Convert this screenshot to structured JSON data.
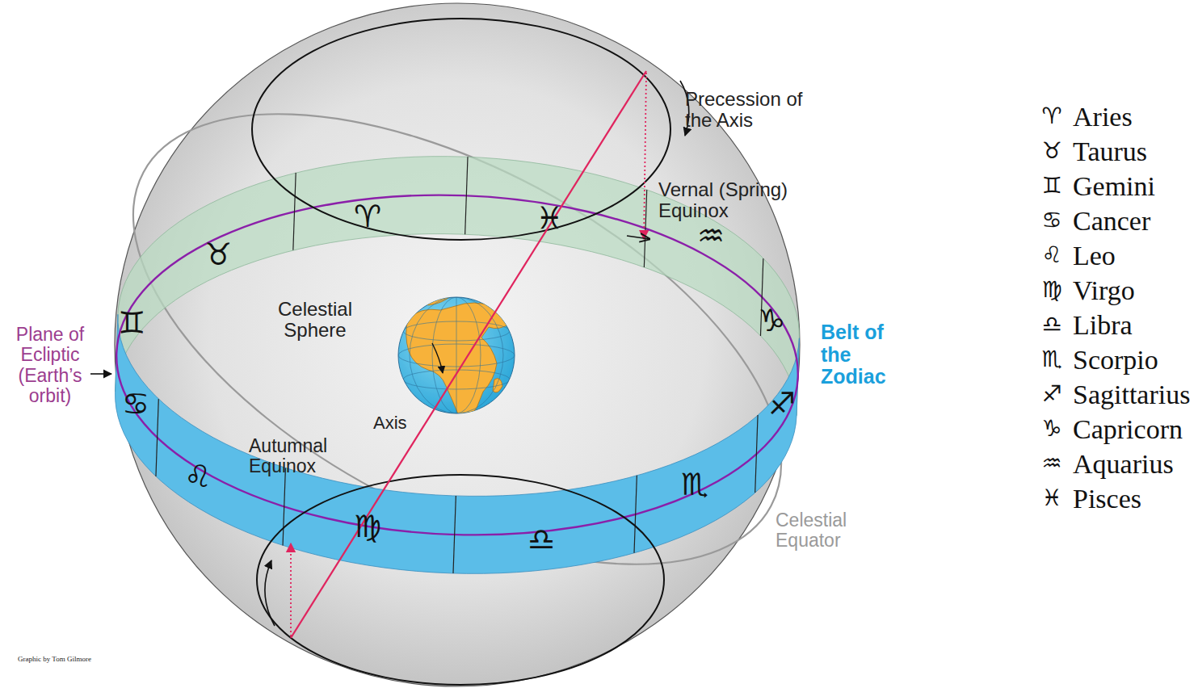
{
  "diagram": {
    "labels": [
      "Precession of the Axis",
      "Vernal (Spring) Equinox",
      "Celestial Sphere",
      "Plane of Ecliptic (Earth’s orbit)",
      "Belt of the Zodiac",
      "Axis",
      "Autumnal Equinox",
      "Celestial Equator",
      "Graphic by Tom Gilmore",
      "♈",
      "♓",
      "♒",
      "♑",
      "♐",
      "♏",
      "♎",
      "♍",
      "♌",
      "♋",
      "♊",
      "♉",
      "♈",
      "♉",
      "♊",
      "♋",
      "♌",
      "♍",
      "♎",
      "♏",
      "♐",
      "♑",
      "♒",
      "♓"
    ],
    "legend": [
      {
        "text": "Aries"
      },
      {
        "text": "Taurus"
      },
      {
        "text": "Gemini"
      },
      {
        "text": "Cancer"
      },
      {
        "text": "Leo"
      },
      {
        "text": "Virgo"
      },
      {
        "text": "Libra"
      },
      {
        "text": "Scorpio"
      },
      {
        "text": "Sagittarius"
      },
      {
        "text": "Capricorn"
      },
      {
        "text": "Aquarius"
      },
      {
        "text": "Pisces"
      }
    ]
  }
}
